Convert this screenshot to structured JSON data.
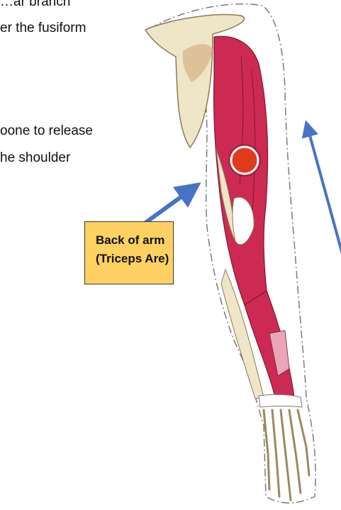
{
  "text": {
    "line1": "…ar branch",
    "line2": "er the fusiform",
    "line3": "oone to release",
    "line4": "he shoulder"
  },
  "callout": {
    "line1": "Back of arm",
    "line2": "(Triceps Are)",
    "background": "#fdd162",
    "border": "#3a3a3a"
  },
  "colors": {
    "muscle": "#cc2a53",
    "bone": "#efe6c8",
    "target_spot": "#e23a1c",
    "arrow": "#4773c6"
  },
  "icons": {
    "target": "red-circle-marker",
    "pointers": "blue-arrow"
  }
}
